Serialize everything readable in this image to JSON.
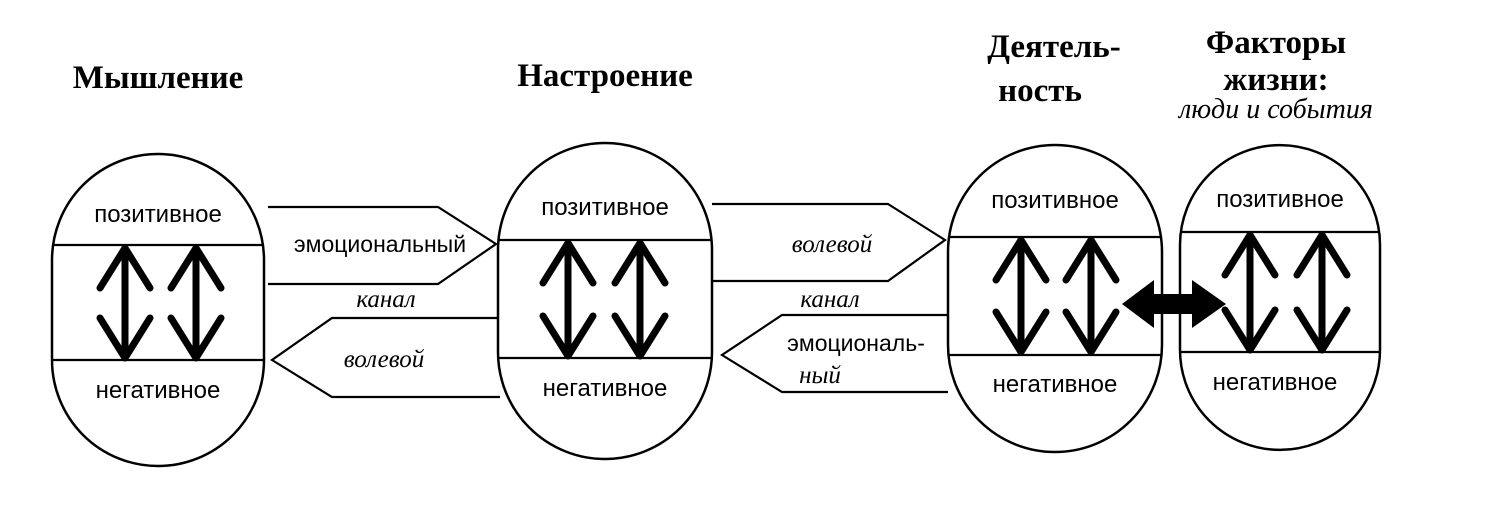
{
  "nodes": [
    {
      "title_lines": [
        "Мышление"
      ],
      "subtitle": "",
      "top": "позитивное",
      "bottom": "негативное"
    },
    {
      "title_lines": [
        "Настроение"
      ],
      "subtitle": "",
      "top": "позитивное",
      "bottom": "негативное"
    },
    {
      "title_lines": [
        "Деятель-",
        "ность"
      ],
      "subtitle": "",
      "top": "позитивное",
      "bottom": "негативное"
    },
    {
      "title_lines": [
        "Факторы",
        "жизни:"
      ],
      "subtitle": "люди и события",
      "top": "позитивное",
      "bottom": "негативное"
    }
  ],
  "channels": {
    "a_top": [
      "эмоциональный"
    ],
    "a_mid": [
      "канал"
    ],
    "a_bottom": [
      "волевой"
    ],
    "b_top": [
      "волевой"
    ],
    "b_mid": [
      "канал"
    ],
    "b_bottom": [
      "эмоциональ-",
      "ный"
    ]
  }
}
